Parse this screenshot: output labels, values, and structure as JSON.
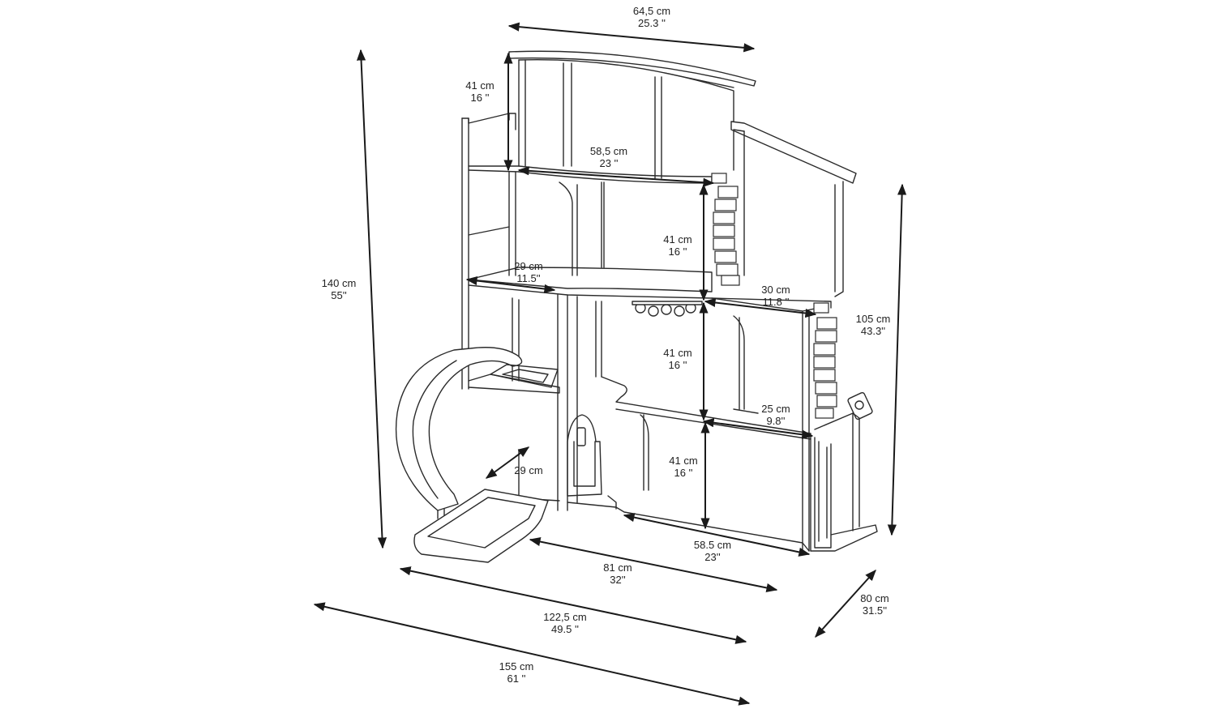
{
  "diagram": {
    "colors": {
      "line": "#2b2b2b",
      "text": "#222222",
      "background": "#ffffff"
    },
    "dimensions": {
      "top_width": {
        "cm": "64,5 cm",
        "in": "25.3 ''"
      },
      "top_floor_height": {
        "cm": "41 cm",
        "in": "16 ''"
      },
      "top_floor_width": {
        "cm": "58,5 cm",
        "in": "23 ''"
      },
      "second_floor_height": {
        "cm": "41 cm",
        "in": "16 ''"
      },
      "balcony_left": {
        "cm": "29 cm",
        "in": "11.5''"
      },
      "total_height": {
        "cm": "140 cm",
        "in": "55''"
      },
      "stair_landing": {
        "cm": "30 cm",
        "in": "11.8 ''"
      },
      "right_height": {
        "cm": "105 cm",
        "in": "43.3''"
      },
      "first_floor_height": {
        "cm": "41 cm",
        "in": "16 ''"
      },
      "garage_width": {
        "cm": "25 cm",
        "in": "9.8''"
      },
      "ground_floor_height": {
        "cm": "41 cm",
        "in": "16 ''"
      },
      "slide_gap": {
        "cm": "29 cm"
      },
      "ground_floor_width": {
        "cm": "58.5 cm",
        "in": "23''"
      },
      "depth_81": {
        "cm": "81 cm",
        "in": "32''"
      },
      "width_122": {
        "cm": "122,5 cm",
        "in": "49.5 ''"
      },
      "depth_80": {
        "cm": "80 cm",
        "in": "31.5''"
      },
      "total_width": {
        "cm": "155 cm",
        "in": "61 ''"
      }
    }
  }
}
